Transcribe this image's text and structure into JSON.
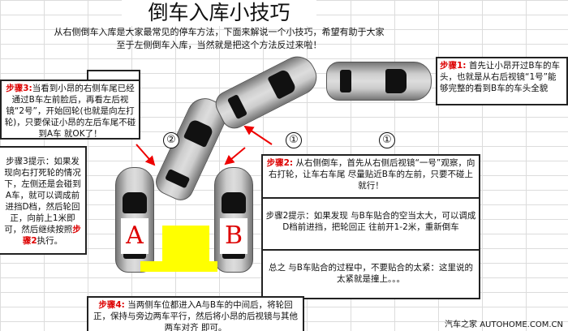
{
  "title": "倒车入库小技巧",
  "intro": [
    "从右侧倒车入库是大家最常见的停车方法，下面来解说一个小技巧，希望有助于大家",
    "至于左侧倒车入库，当然就是把这个方法反过来啦！"
  ],
  "step1": {
    "label": "步骤1:",
    "text": "首先让小昂开过B车的车头，也就是从右后视镜“1号”能够完整的看到B车的车头全貌"
  },
  "step2": {
    "label": "步骤2:",
    "text": "从右侧倒车，首先从右侧后视镜“一号”观察，向右打轮，让车右车尾 尽量贴近B车的左前，只要不碰上就行！"
  },
  "step2_tip": "步骤2提示：如果发现 与B车贴合的空当太大，可以调成D档前进挡，把轮回正 往前开1-2米，重新倒车",
  "summary": "总之 与B车贴合的过程中，不要贴合的太紧：这里说的太紧就是撞上。。。",
  "step3": {
    "label": "步骤3:",
    "text": "当看到小昂的右侧车尾已经通过B车左前脸后，再看左后视镜“2号”，开始回轮(也就是向左打轮)，只要保证小昂的左后车尾不碰到A车 就OK了！"
  },
  "step3_tip": {
    "text": "步骤3提示：如果发现向右打死轮的情况下，左侧还是会碰到A车，就可以调成前进挡D档，然后轮回正，向前上1米即可，然后继续按照",
    "ref": "步骤2",
    "tail": "执行。"
  },
  "step4": {
    "label": "步骤4:",
    "text": "当两侧车位都进入A与B车的中间后，将轮回正，保持与旁边两车平行，然后将小昂的后视镜与其他两车对齐 即可。"
  },
  "markers": [
    "②",
    "①",
    "①"
  ],
  "cars": {
    "a": "A",
    "b": "B"
  },
  "watermark": "汽车之家 AUTOHOME.COM.CN",
  "colors": {
    "accent": "#dd0000",
    "parking": "#ffff00"
  }
}
